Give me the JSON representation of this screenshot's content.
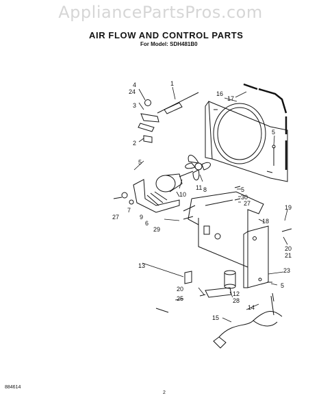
{
  "watermark": "AppliancePartsPros.com",
  "title": "AIR FLOW AND CONTROL PARTS",
  "subtitle": "For Model: SDH481B0",
  "footer": {
    "code": "884614",
    "page": "2"
  },
  "callouts": [
    "1",
    "2",
    "3",
    "4",
    "5",
    "6",
    "7",
    "8",
    "9",
    "10",
    "11",
    "12",
    "13",
    "14",
    "15",
    "16",
    "17",
    "18",
    "19",
    "20",
    "21",
    "23",
    "24",
    "25",
    "27",
    "28",
    "29",
    "30"
  ],
  "labels": {
    "l1": "1",
    "l2": "2",
    "l3": "3",
    "l4": "4",
    "l5a": "5",
    "l5b": "5",
    "l5c": "5",
    "l5d": "5",
    "l6": "6",
    "l7": "7",
    "l8": "8",
    "l9": "9",
    "l10": "10",
    "l11": "11",
    "l12": "12",
    "l13": "13",
    "l14": "14",
    "l15": "15",
    "l16": "16",
    "l17": "17",
    "l18": "18",
    "l19": "19",
    "l20a": "20",
    "l20b": "20",
    "l21": "21",
    "l23": "23",
    "l24": "24",
    "l25": "25",
    "l27a": "27",
    "l27b": "27",
    "l28": "28",
    "l29": "29",
    "l30": "30"
  }
}
